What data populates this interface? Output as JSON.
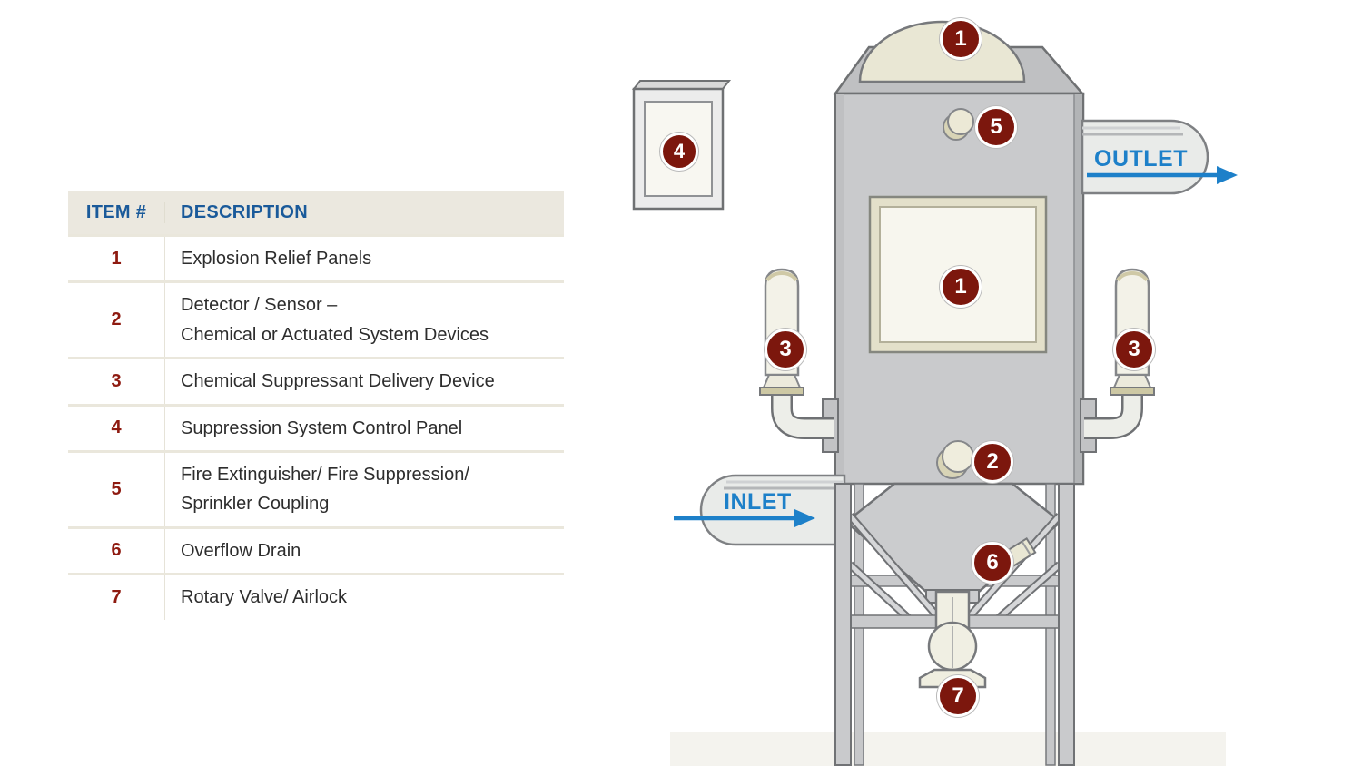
{
  "legend": {
    "header": {
      "item": "ITEM #",
      "description": "DESCRIPTION"
    },
    "rows": [
      {
        "num": "1",
        "desc": "Explosion Relief Panels"
      },
      {
        "num": "2",
        "desc": "Detector / Sensor –\nChemical or Actuated System Devices"
      },
      {
        "num": "3",
        "desc": "Chemical Suppressant Delivery Device"
      },
      {
        "num": "4",
        "desc": "Suppression System Control Panel"
      },
      {
        "num": "5",
        "desc": "Fire Extinguisher/ Fire Suppression/\nSprinkler Coupling"
      },
      {
        "num": "6",
        "desc": "Overflow Drain"
      },
      {
        "num": "7",
        "desc": "Rotary Valve/ Airlock"
      }
    ]
  },
  "diagram": {
    "inlet_label": "INLET",
    "outlet_label": "OUTLET",
    "callouts": {
      "explosion_relief_top": "1",
      "sprinkler_coupling": "5",
      "explosion_relief_panel": "1",
      "suppressant_left": "3",
      "suppressant_right": "3",
      "control_panel": "4",
      "detector_sensor": "2",
      "overflow_drain": "6",
      "rotary_valve": "7"
    }
  },
  "colors": {
    "callout_red": "#7c170d",
    "item_number_red": "#8e1a10",
    "header_blue": "#1a5a9a",
    "flow_blue": "#1d80c9",
    "header_bg": "#ebe8df",
    "body_gray": "#c9cacc",
    "panel_cream": "#f6f5ec"
  }
}
